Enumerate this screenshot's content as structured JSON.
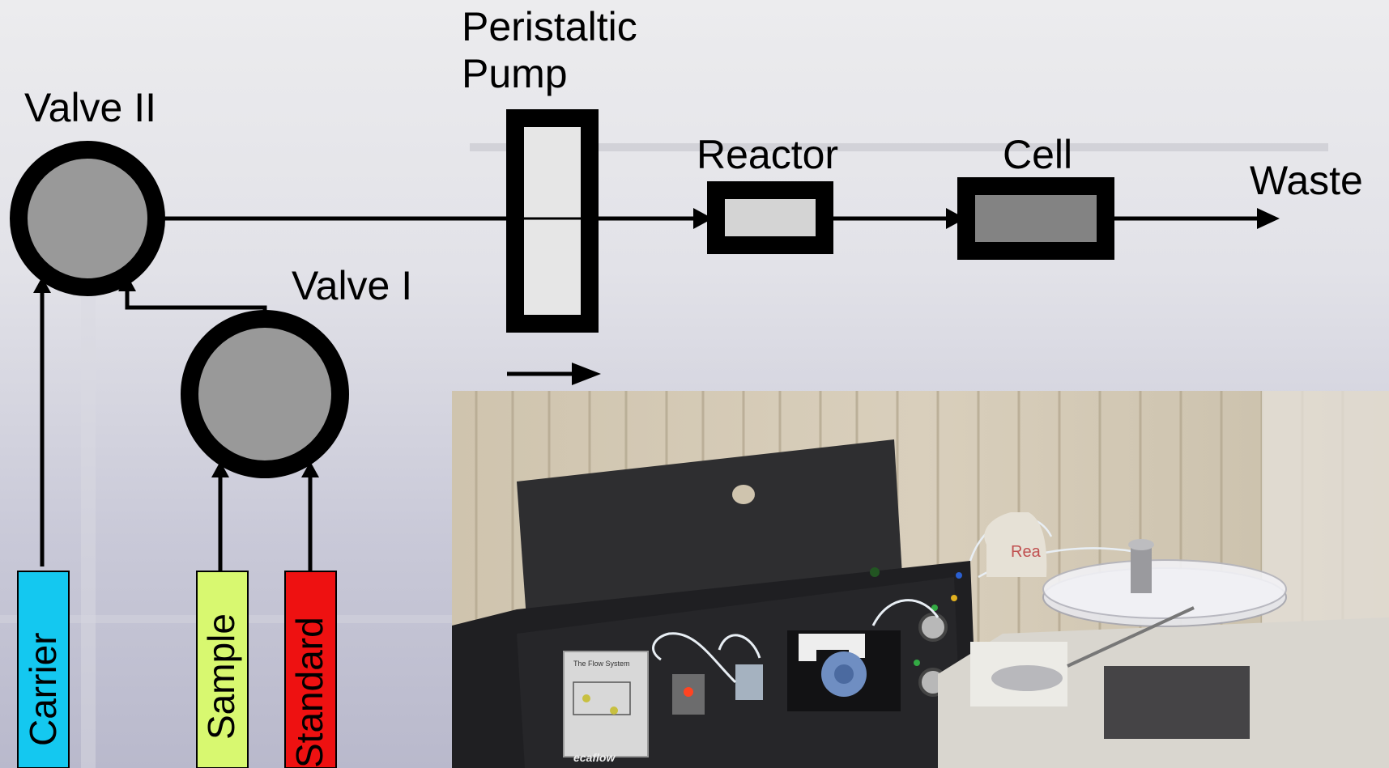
{
  "labels": {
    "pump": [
      "Peristaltic",
      "Pump"
    ],
    "valve2": "Valve II",
    "valve1": "Valve I",
    "reactor": "Reactor",
    "cell": "Cell",
    "waste": "Waste"
  },
  "reservoirs": [
    {
      "name": "Carrier",
      "color": "#14c8f0"
    },
    {
      "name": "Sample",
      "color": "#d8f870"
    },
    {
      "name": "Standard",
      "color": "#ee1111"
    }
  ],
  "photo": {
    "panel_title": "The Flow System",
    "brand": "ecaflow",
    "bottle_text": "Rea"
  }
}
